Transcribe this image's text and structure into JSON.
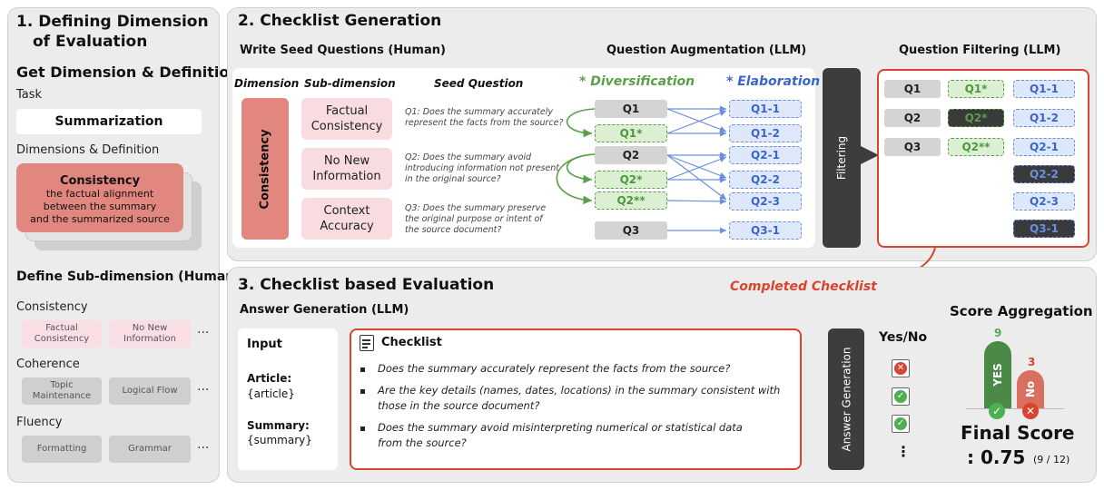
{
  "section1": {
    "title_line1": "1. Defining Dimension",
    "title_line2": "of Evaluation",
    "get_dim_title": "Get Dimension & Definition",
    "task_label": "Task",
    "task_value": "Summarization",
    "dims_label": "Dimensions & Definition",
    "card_title": "Consistency",
    "card_def_line1": "the factual alignment",
    "card_def_line2": "between the summary",
    "card_def_line3": "and the summarized source",
    "define_sub_title": "Define Sub-dimension (Human)",
    "groups": [
      {
        "label": "Consistency",
        "chip1_line1": "Factual",
        "chip1_line2": "Consistency",
        "chip2_line1": "No New",
        "chip2_line2": "Information"
      },
      {
        "label": "Coherence",
        "chip1_line1": "Topic",
        "chip1_line2": "Maintenance",
        "chip2_line1": "Logical Flow",
        "chip2_line2": ""
      },
      {
        "label": "Fluency",
        "chip1_line1": "Formatting",
        "chip1_line2": "",
        "chip2_line1": "Grammar",
        "chip2_line2": ""
      }
    ],
    "ellipsis": "···"
  },
  "section2": {
    "title": "2. Checklist Generation",
    "seed_title": "Write Seed Questions (Human)",
    "aug_title": "Question Augmentation (LLM)",
    "filter_title": "Question Filtering (LLM)",
    "col_dimension": "Dimension",
    "col_subdim": "Sub-dimension",
    "col_seed": "Seed Question",
    "col_div": "* Diversification",
    "col_elab": "* Elaboration",
    "dimension_value": "Consistency",
    "subdims": [
      {
        "line1": "Factual",
        "line2": "Consistency"
      },
      {
        "line1": "No New",
        "line2": "Information"
      },
      {
        "line1": "Context",
        "line2": "Accuracy"
      }
    ],
    "seed_questions": [
      {
        "line1": "Q1: Does the summary accurately",
        "line2": "represent the facts from the source?",
        "line3": ""
      },
      {
        "line1": "Q2: Does the summary avoid",
        "line2": "introducing information not present",
        "line3": "in the original source?"
      },
      {
        "line1": "Q3: Does the summary preserve",
        "line2": "the original purpose or intent of",
        "line3": "the source document?"
      }
    ],
    "aug_gray": [
      "Q1",
      "Q2",
      "Q3"
    ],
    "aug_green": [
      "Q1*",
      "Q2*",
      "Q2**"
    ],
    "aug_blue": [
      "Q1-1",
      "Q1-2",
      "Q2-1",
      "Q2-2",
      "Q2-3",
      "Q3-1"
    ],
    "filtering_label": "Filtering",
    "filter_gray": [
      "Q1",
      "Q2",
      "Q3"
    ],
    "filter_green": [
      "Q1*",
      "Q2*",
      "Q2**"
    ],
    "filter_blue": [
      "Q1-1",
      "Q1-2",
      "Q2-1",
      "Q2-2",
      "Q2-3",
      "Q3-1"
    ]
  },
  "section3": {
    "title": "3. Checklist based Evaluation",
    "answer_gen_title": "Answer Generation (LLM)",
    "completed_label": "Completed Checklist",
    "input_label": "Input",
    "article_label": "Article:",
    "article_value": "{article}",
    "summary_label": "Summary:",
    "summary_value": "{summary}",
    "checklist_title": "Checklist",
    "items": [
      {
        "line1": "Does the summary accurately represent the facts from the source?",
        "line2": ""
      },
      {
        "line1": "Are the key details (names, dates, locations) in the summary consistent with",
        "line2": "those in the source document?"
      },
      {
        "line1": "Does the summary avoid misinterpreting numerical or statistical data",
        "line2": "from the source?"
      }
    ],
    "answer_gen_label": "Answer Generation",
    "yesno_title": "Yes/No",
    "vertical_dots": "⋮",
    "score_title": "Score Aggregation",
    "yes_count": "9",
    "no_count": "3",
    "yes_label": "YES",
    "no_label": "No",
    "final_label": "Final Score",
    "final_value": ": 0.75",
    "final_detail": "(9 / 12)"
  },
  "colors": {
    "red": "#d9432f",
    "green": "#5aa049",
    "blue": "#3a66cc",
    "pink": "#e2877f",
    "dark": "#3d3d3d"
  }
}
